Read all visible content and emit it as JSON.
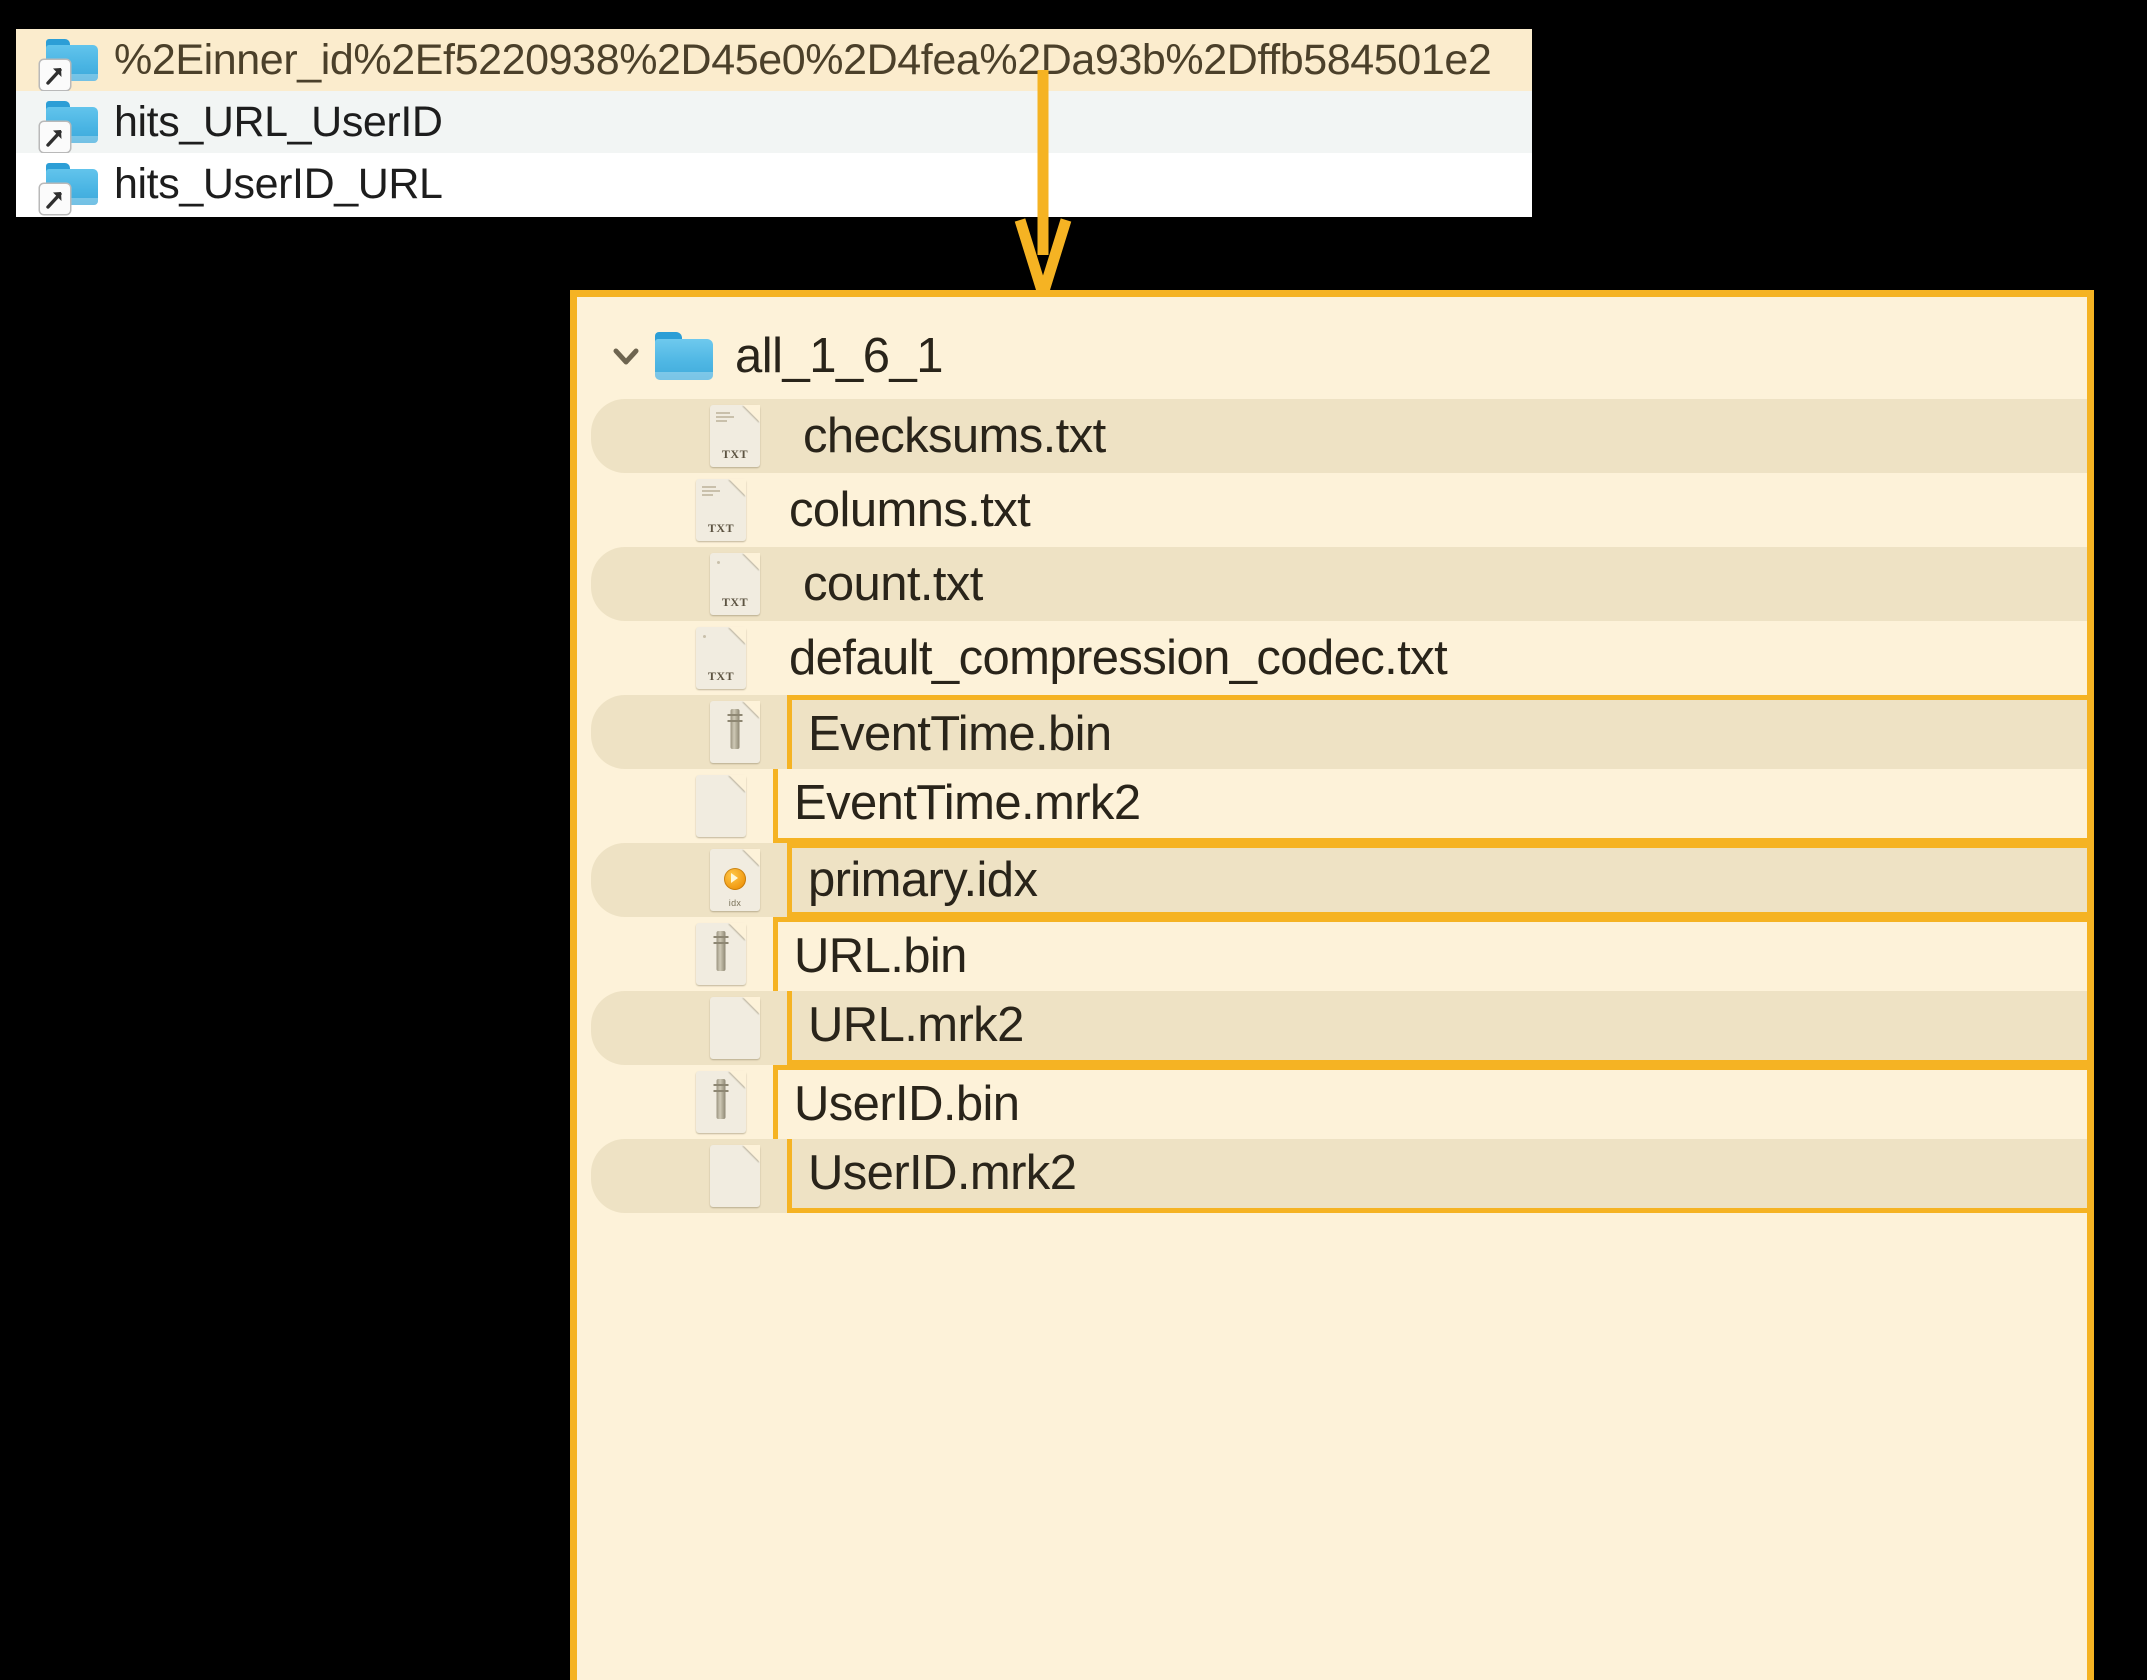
{
  "symlink_list": {
    "rows": [
      {
        "label": "%2Einner_id%2Ef5220938%2D45e0%2D4fea%2Da93b%2Dffb584501e2",
        "icon": "folder-symlink-icon",
        "state": "selected"
      },
      {
        "label": "hits_URL_UserID",
        "icon": "folder-symlink-icon",
        "state": "alt"
      },
      {
        "label": "hits_UserID_URL",
        "icon": "folder-symlink-icon",
        "state": "plain"
      }
    ]
  },
  "tree_panel": {
    "root": {
      "label": "all_1_6_1",
      "icon": "folder-icon",
      "chevron": "chevron-down-icon",
      "expanded": true
    },
    "files": [
      {
        "name": "checksums.txt",
        "icon": "txt-file-icon",
        "zebra": true,
        "highlight": "none"
      },
      {
        "name": "columns.txt",
        "icon": "txt-file-icon",
        "zebra": false,
        "highlight": "none"
      },
      {
        "name": "count.txt",
        "icon": "txt-file-icon",
        "zebra": true,
        "highlight": "none"
      },
      {
        "name": "default_compression_codec.txt",
        "icon": "txt-file-icon",
        "zebra": false,
        "highlight": "none"
      },
      {
        "name": "EventTime.bin",
        "icon": "binary-file-icon",
        "zebra": true,
        "highlight": "group-start"
      },
      {
        "name": "EventTime.mrk2",
        "icon": "blank-file-icon",
        "zebra": false,
        "highlight": "group-end"
      },
      {
        "name": "primary.idx",
        "icon": "idx-file-icon",
        "zebra": true,
        "highlight": "group-single"
      },
      {
        "name": "URL.bin",
        "icon": "binary-file-icon",
        "zebra": false,
        "highlight": "group-start"
      },
      {
        "name": "URL.mrk2",
        "icon": "blank-file-icon",
        "zebra": true,
        "highlight": "group-end"
      },
      {
        "name": "UserID.bin",
        "icon": "binary-file-icon",
        "zebra": false,
        "highlight": "group-start"
      },
      {
        "name": "UserID.mrk2",
        "icon": "blank-file-icon",
        "zebra": true,
        "highlight": "group-end"
      }
    ]
  },
  "annotation": {
    "arrow": "down-arrow-annotation",
    "accent_color": "#f5b323",
    "panel_background": "#fdf2d9",
    "selected_row_background": "#fbeccd",
    "folder_blue": "#4fb7e4"
  }
}
